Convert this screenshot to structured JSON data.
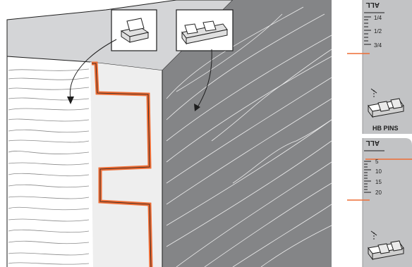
{
  "colors": {
    "joint_orange": "#ee6d35",
    "end_grain_grey": "#848587",
    "face_light_grey": "#d4d5d7",
    "ruler_grey": "#c2c3c5",
    "indicator_orange": "#ee6d35",
    "ink": "#1e1e1e"
  },
  "callouts": {
    "tail_icon": "dovetail-tail-icon",
    "pin_icon": "dovetail-pins-icon"
  },
  "gauge_upper": {
    "header": "ALL",
    "ticks": [
      "1/4",
      "1/2",
      "3/4"
    ],
    "label": "HB PINS"
  },
  "gauge_lower": {
    "header": "ALL",
    "ticks": [
      "5",
      "10",
      "15",
      "20"
    ]
  }
}
